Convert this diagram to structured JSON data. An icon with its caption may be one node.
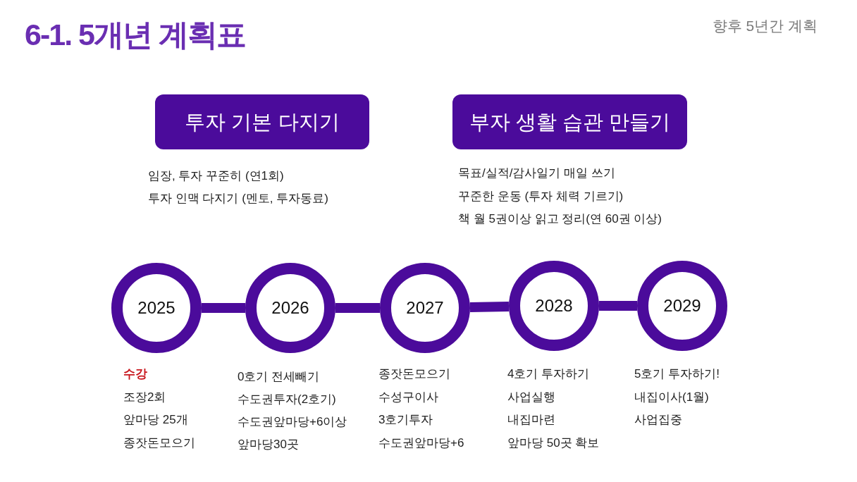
{
  "diagram": {
    "title": "6-1. 5개년 계획표",
    "labels": [
      "향후 5년간 계획"
    ],
    "nodes": [
      {
        "text": [
          "투자 기본 다지기"
        ],
        "beside": [
          "임장, 투자 꾸준히 (연1회)",
          "투자 인맥 다지기 (멘토, 투자동료)"
        ]
      },
      {
        "text": [
          "부자 생활 습관 만들기"
        ],
        "beside": [
          "목표/실적/감사일기 매일 쓰기",
          "꾸준한 운동 (투자 체력 기르기)",
          "책 월 5권이상 읽고 정리(연 60권 이상)"
        ]
      },
      {
        "text": [
          "2025"
        ],
        "beside": [
          "수강",
          "조장2회",
          "앞마당 25개",
          "종잣돈모으기"
        ]
      },
      {
        "text": [
          "2026"
        ],
        "beside": [
          "0호기 전세빼기",
          "수도권투자(2호기)",
          "수도권앞마당+6이상",
          "앞마당30곳"
        ]
      },
      {
        "text": [
          "2027"
        ],
        "beside": [
          "종잣돈모으기",
          "수성구이사",
          "3호기투자",
          "수도권앞마당+6"
        ]
      },
      {
        "text": [
          "2028"
        ],
        "beside": [
          "4호기 투자하기",
          "사업실행",
          "내집마련",
          "앞마당 50곳 확보"
        ]
      },
      {
        "text": [
          "2029"
        ],
        "beside": [
          "5호기 투자하기!",
          "내집이사(1월)",
          "사업집중"
        ]
      }
    ],
    "edges": [
      {
        "from": 2,
        "to": 3,
        "arrow": "none"
      },
      {
        "from": 3,
        "to": 4,
        "arrow": "none"
      },
      {
        "from": 4,
        "to": 5,
        "arrow": "none"
      },
      {
        "from": 5,
        "to": 6,
        "arrow": "none"
      }
    ]
  }
}
